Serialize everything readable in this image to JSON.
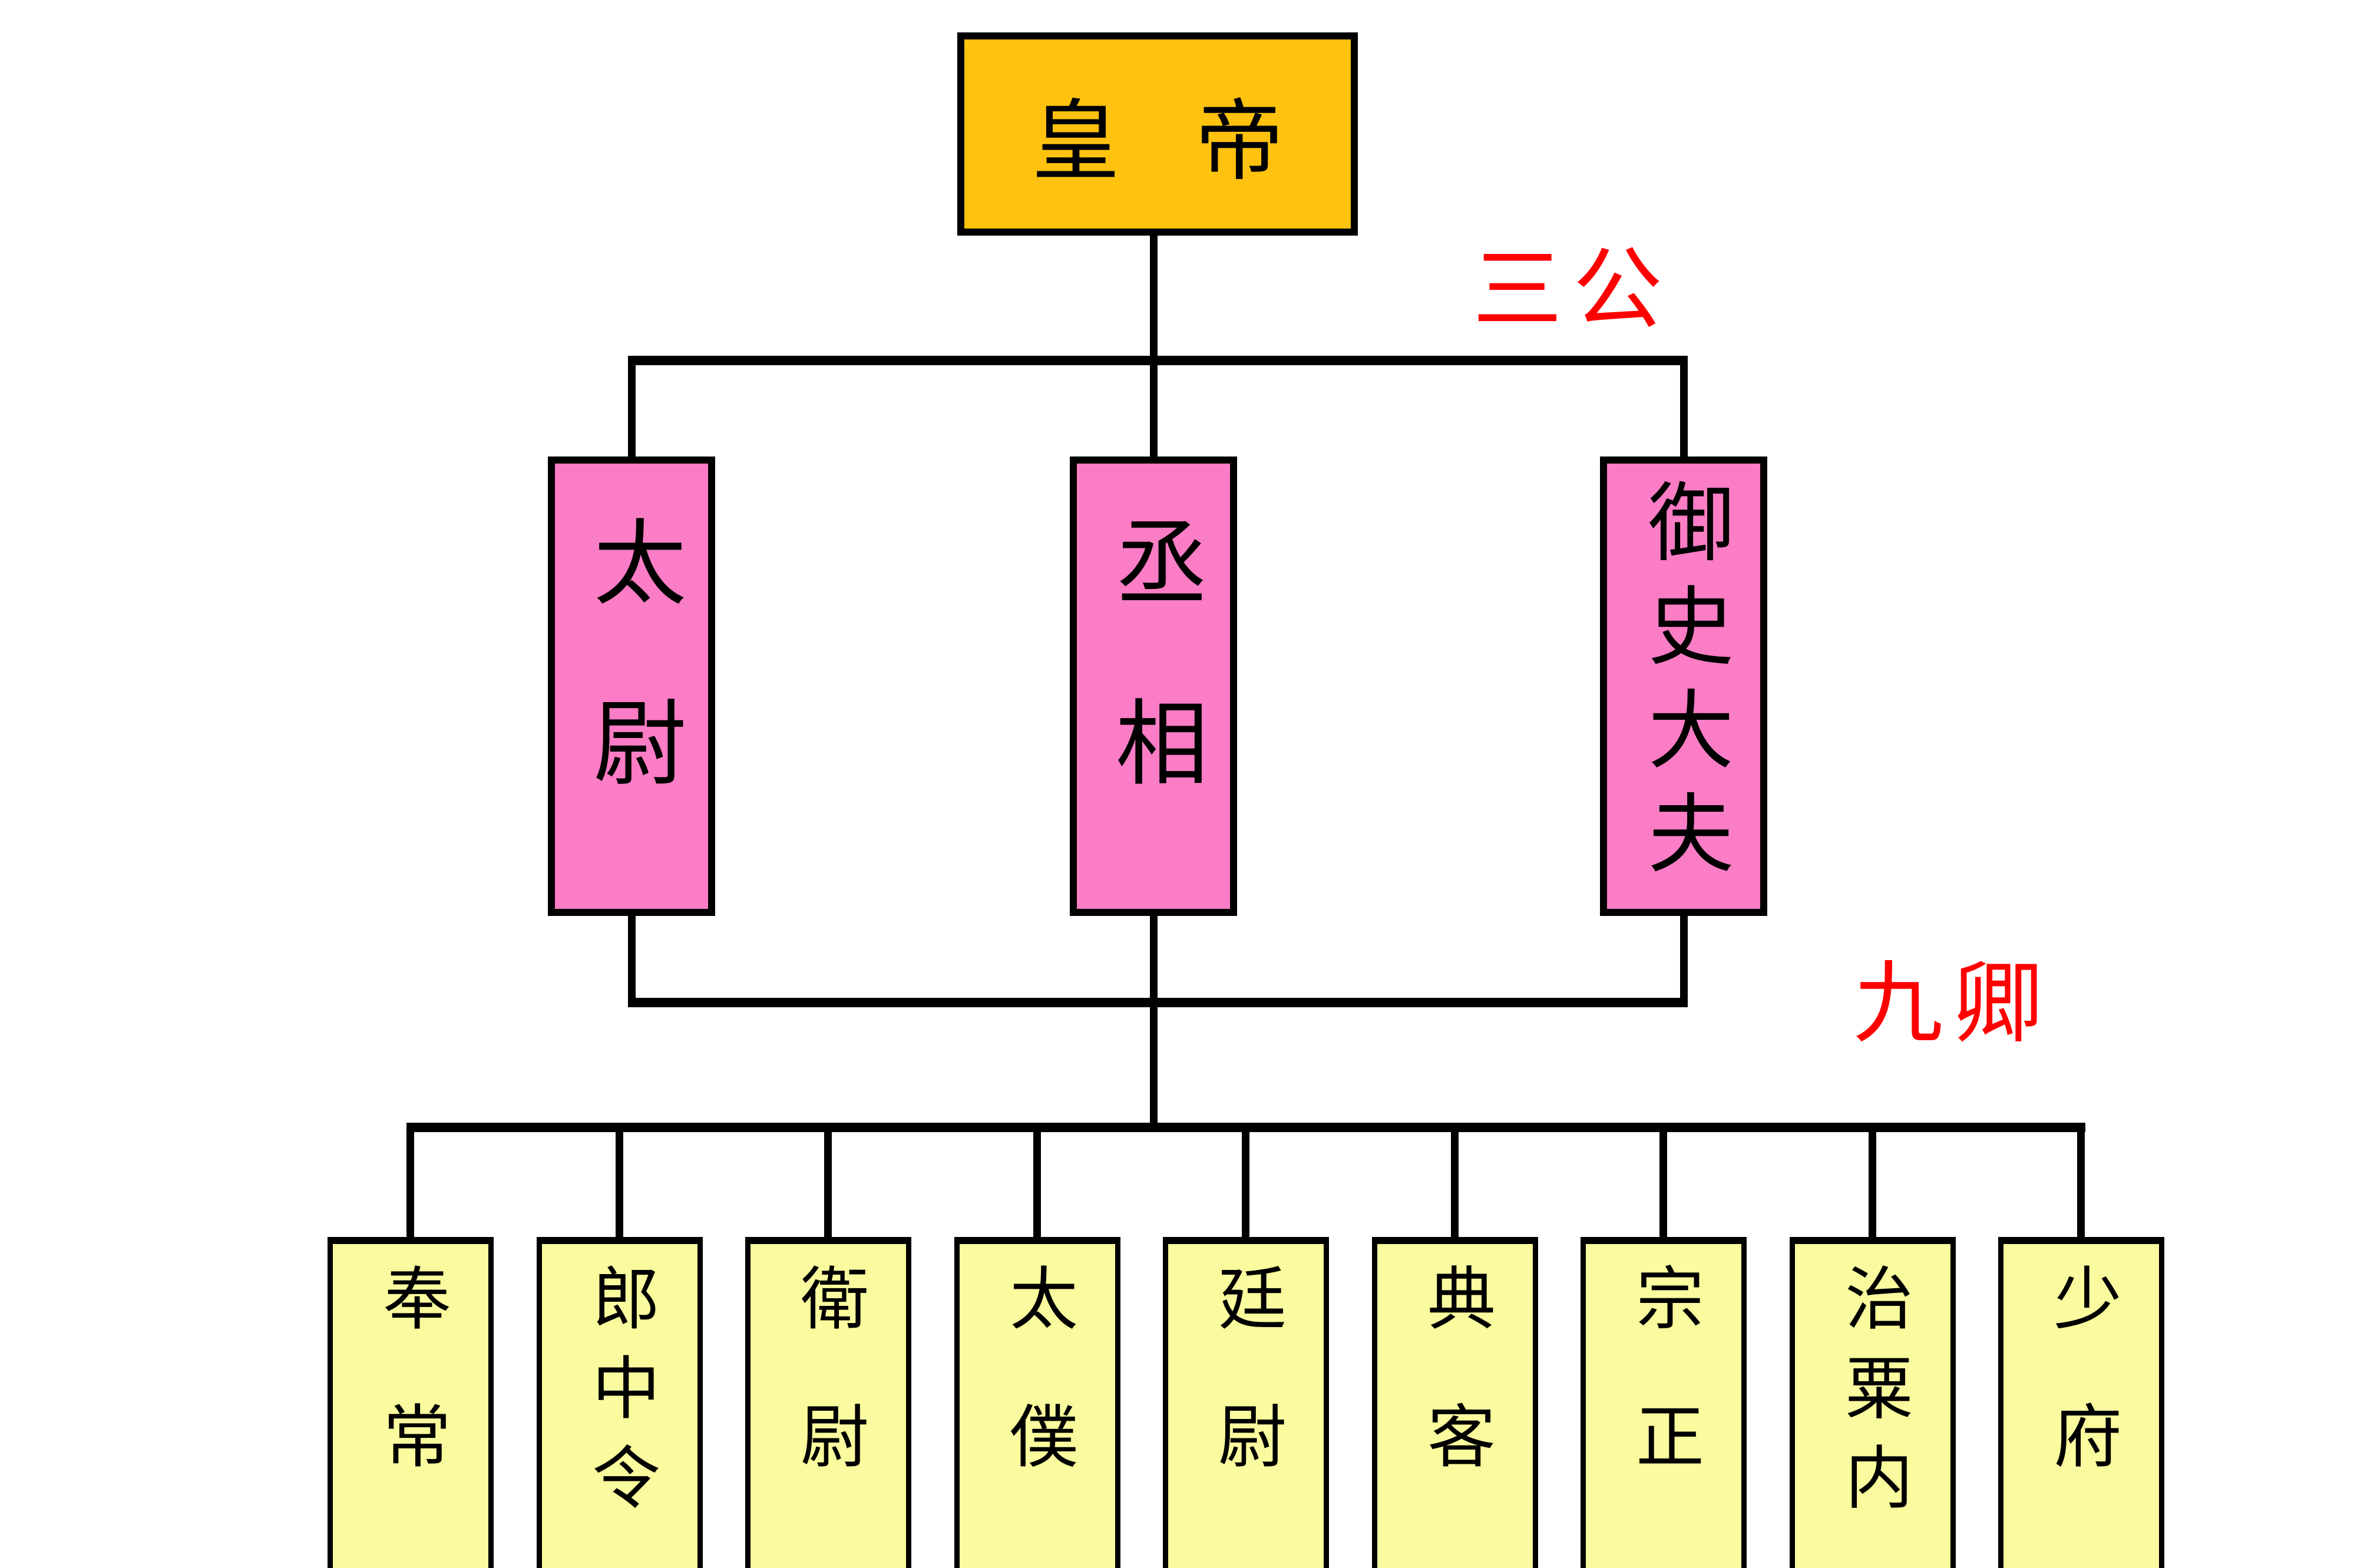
{
  "palette": {
    "background": "#FFFFFF",
    "line": "#000000",
    "root_fill": "#FFC20E",
    "level1_fill": "#FA7DC5",
    "level2_fill": "#FAFA9E",
    "annotation_red": "#FE0000"
  },
  "org_chart": {
    "root": {
      "label": "皇帝"
    },
    "annotations": {
      "level1": "三公",
      "level2": "九卿"
    },
    "level1_nodes": [
      {
        "label": "太尉"
      },
      {
        "label": "丞相"
      },
      {
        "label": "御史大夫"
      }
    ],
    "level2_nodes": [
      {
        "label": "奉常"
      },
      {
        "label": "郎中令"
      },
      {
        "label": "衛尉"
      },
      {
        "label": "太僕"
      },
      {
        "label": "廷尉"
      },
      {
        "label": "典客"
      },
      {
        "label": "宗正"
      },
      {
        "label": "治粟内"
      },
      {
        "label": "少府"
      }
    ]
  }
}
